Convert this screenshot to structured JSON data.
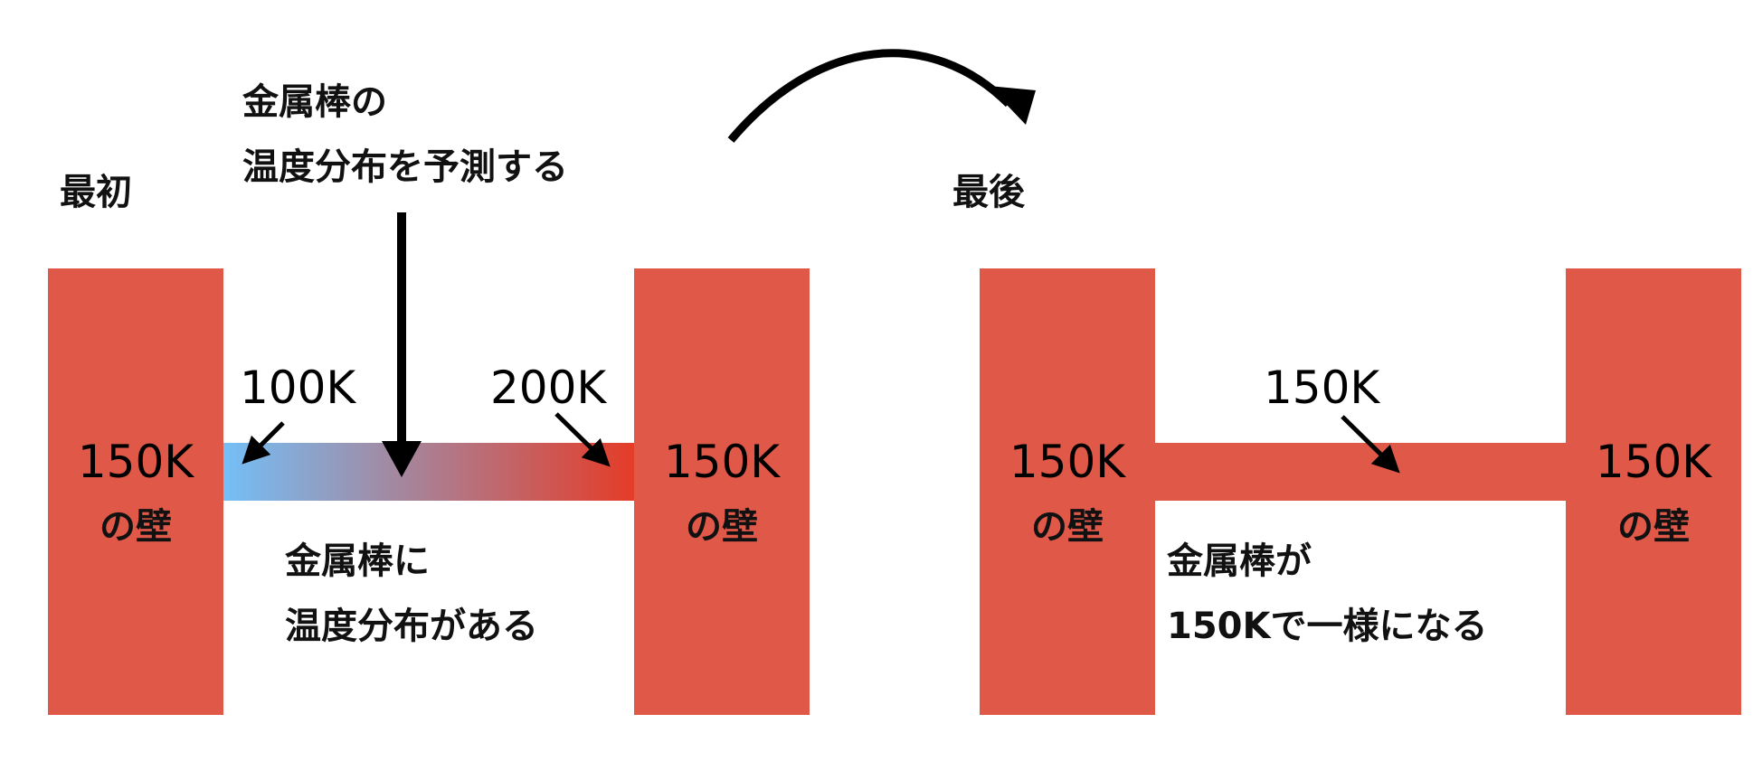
{
  "colors": {
    "wall": "#e05848",
    "bar_uniform": "#e05848",
    "bar_cold": "#74bff7",
    "bar_hot": "#e53c28",
    "ink": "#000000"
  },
  "initial": {
    "title": "最初",
    "question_line1": "金属棒の",
    "question_line2": "温度分布を予測する",
    "left_wall_temp": "150K",
    "left_wall_label": "の壁",
    "right_wall_temp": "150K",
    "right_wall_label": "の壁",
    "bar_left_temp": "100K",
    "bar_right_temp": "200K",
    "note_line1": "金属棒に",
    "note_line2": "温度分布がある"
  },
  "final": {
    "title": "最後",
    "left_wall_temp": "150K",
    "left_wall_label": "の壁",
    "right_wall_temp": "150K",
    "right_wall_label": "の壁",
    "bar_temp": "150K",
    "note_line1": "金属棒が",
    "note_line2": "150Kで一様になる"
  }
}
